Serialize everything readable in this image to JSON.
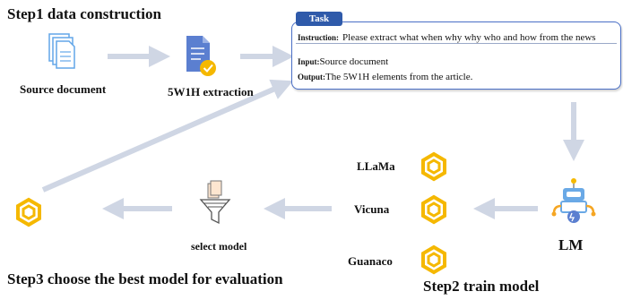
{
  "step1": {
    "title": "Step1 data construction"
  },
  "source": {
    "label": "Source document",
    "icon": "documents-icon"
  },
  "extraction": {
    "label": "5W1H extraction",
    "icon": "document-check-icon"
  },
  "task": {
    "tab": "Task",
    "instruction_key": "Instruction:",
    "instruction_val": "Please extract what when why why who and how from the news",
    "input_key": "Input:",
    "input_val": "Source document",
    "output_key": "Output:",
    "output_val": "The 5W1H elements from the article."
  },
  "lm": {
    "label": "LM",
    "icon": "robot-icon"
  },
  "models": [
    {
      "name": "LLaMa",
      "icon": "hexagon-model-icon"
    },
    {
      "name": "Vicuna",
      "icon": "hexagon-model-icon"
    },
    {
      "name": "Guanaco",
      "icon": "hexagon-model-icon"
    }
  ],
  "step2": {
    "title": "Step2 train model"
  },
  "select": {
    "label": "select model",
    "icon": "funnel-icon"
  },
  "step3": {
    "title": "Step3 choose the best model for evaluation"
  },
  "colors": {
    "accent_blue": "#2f5aaa",
    "arrow_gray": "#cfd6e4",
    "hex_yellow": "#f5b800"
  }
}
